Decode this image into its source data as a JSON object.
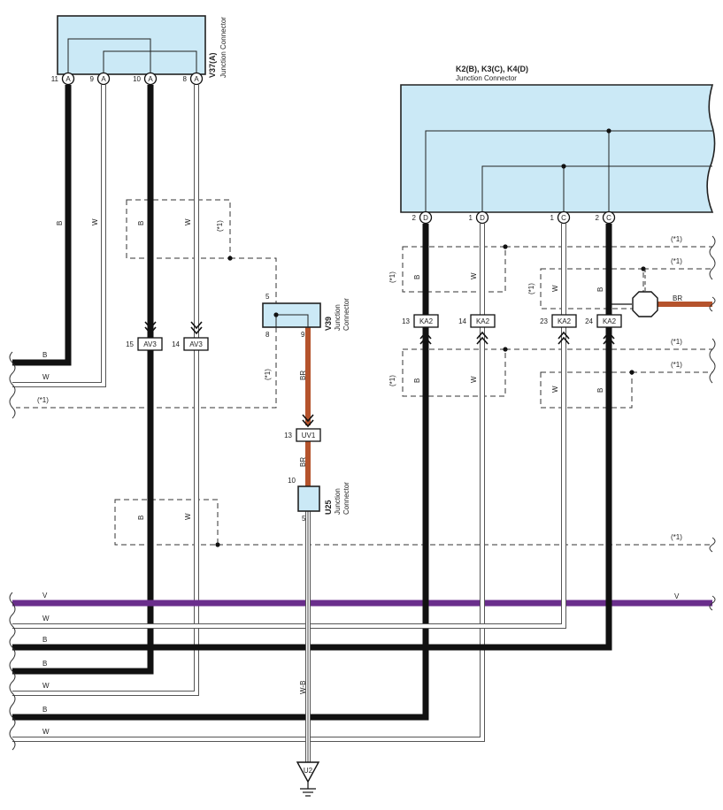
{
  "colors": {
    "B": "#111111",
    "W": "#ffffff",
    "V": "#6a2e8c",
    "BR": "#b5532c",
    "connector_fill": "#cbe9f6"
  },
  "connectors": {
    "v37": {
      "code": "V37(A)",
      "name": "Junction Connector",
      "pins": [
        "11",
        "9",
        "10",
        "8"
      ],
      "pin_letter": "A"
    },
    "k2": {
      "code": "K2(B), K3(C), K4(D)",
      "name": "Junction Connector",
      "pins": [
        "2",
        "1",
        "1",
        "2"
      ],
      "pin_letters": [
        "D",
        "D",
        "C",
        "C"
      ]
    },
    "v39": {
      "code": "V39",
      "name_line1": "Junction",
      "name_line2": "Connector",
      "pins": [
        "5",
        "8",
        "9"
      ]
    },
    "u25": {
      "code": "U25",
      "name_line1": "Junction",
      "name_line2": "Connector",
      "pins": [
        "10",
        "5"
      ]
    },
    "av3": {
      "label": "AV3",
      "pins": [
        "15",
        "14"
      ]
    },
    "uv1": {
      "label": "UV1",
      "pin": "13"
    },
    "ka2": {
      "label": "KA2",
      "pins": [
        "13",
        "14",
        "23",
        "24"
      ]
    },
    "u2": {
      "label": "U2"
    }
  },
  "wire_labels": {
    "B": "B",
    "W": "W",
    "V": "V",
    "BR": "BR",
    "WB": "W-B"
  },
  "shield_note": "(*1)",
  "left_bus": [
    "B",
    "W",
    "(*1)",
    "V",
    "W",
    "B",
    "B",
    "W",
    "B",
    "W"
  ]
}
